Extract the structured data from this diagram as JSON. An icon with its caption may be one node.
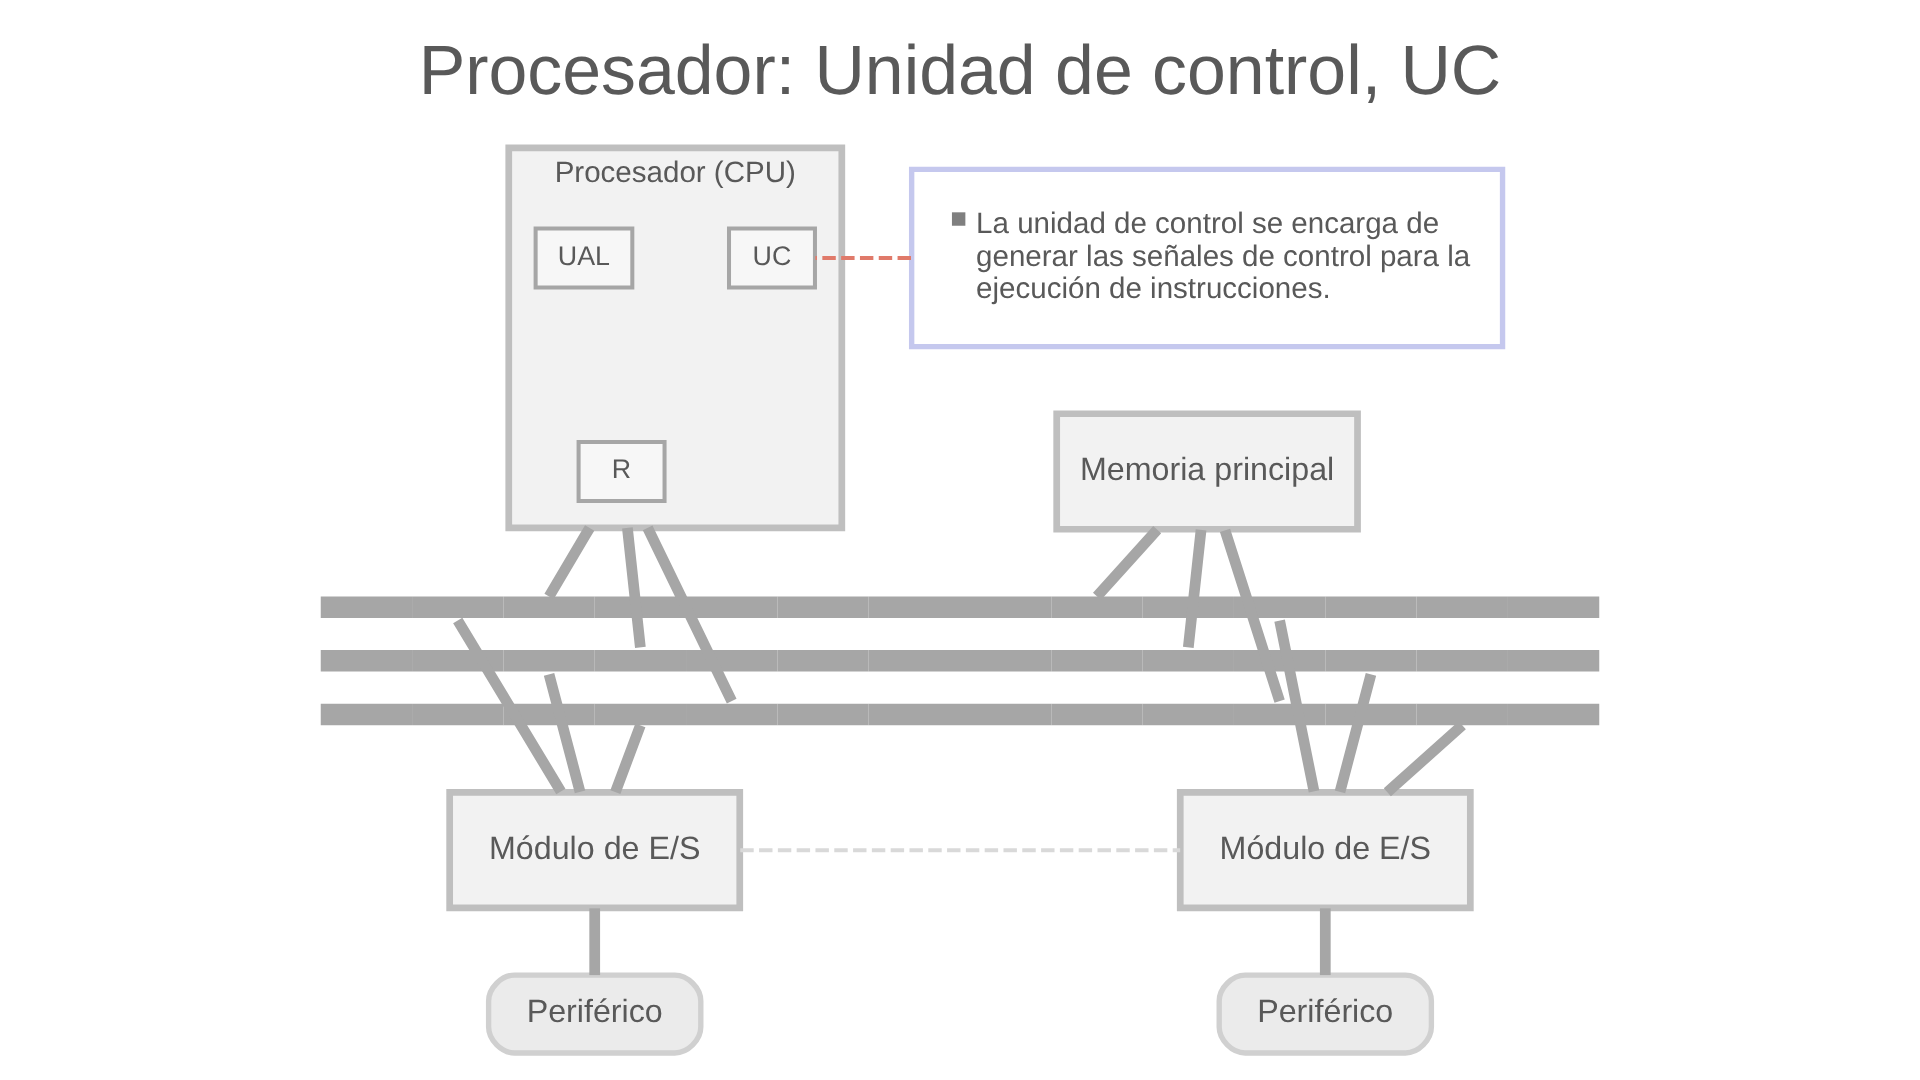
{
  "diagram": {
    "title": "Procesador: Unidad de control, UC",
    "nodes": [
      {
        "text": [
          "La unidad de control se encarga de generar las señales de control para la ejecución de instrucciones."
        ]
      },
      {
        "text": [
          "Procesador (CPU)"
        ]
      },
      {
        "text": [
          "UAL"
        ],
        "in": 1
      },
      {
        "text": [
          "UC"
        ],
        "in": 1
      },
      {
        "text": [
          "R"
        ],
        "in": 1
      },
      {
        "text": [
          "Memoria principal"
        ]
      },
      {
        "text": [],
        "shape": "bar"
      },
      {
        "text": [
          "Módulo de E/S"
        ]
      },
      {
        "text": [
          "Módulo de E/S"
        ]
      },
      {
        "text": [
          "Periférico"
        ]
      },
      {
        "text": [
          "Periférico"
        ]
      }
    ],
    "edges": [
      {
        "from": 0,
        "to": 3,
        "arrow": "none",
        "style": "dashed",
        "color": "#e07a6a"
      },
      {
        "from": 1,
        "to": 6,
        "arrow": "none"
      },
      {
        "from": 1,
        "to": 6,
        "arrow": "none"
      },
      {
        "from": 1,
        "to": 6,
        "arrow": "none"
      },
      {
        "from": 5,
        "to": 6,
        "arrow": "none"
      },
      {
        "from": 5,
        "to": 6,
        "arrow": "none"
      },
      {
        "from": 5,
        "to": 6,
        "arrow": "none"
      },
      {
        "from": 6,
        "to": 7,
        "arrow": "none"
      },
      {
        "from": 6,
        "to": 7,
        "arrow": "none"
      },
      {
        "from": 6,
        "to": 7,
        "arrow": "none"
      },
      {
        "from": 6,
        "to": 8,
        "arrow": "none"
      },
      {
        "from": 6,
        "to": 8,
        "arrow": "none"
      },
      {
        "from": 6,
        "to": 8,
        "arrow": "none"
      },
      {
        "from": 7,
        "to": 9,
        "arrow": "none"
      },
      {
        "from": 8,
        "to": 10,
        "arrow": "none"
      },
      {
        "from": 7,
        "to": 8,
        "arrow": "none",
        "style": "dashed",
        "color": "#d9d9d9"
      }
    ]
  }
}
